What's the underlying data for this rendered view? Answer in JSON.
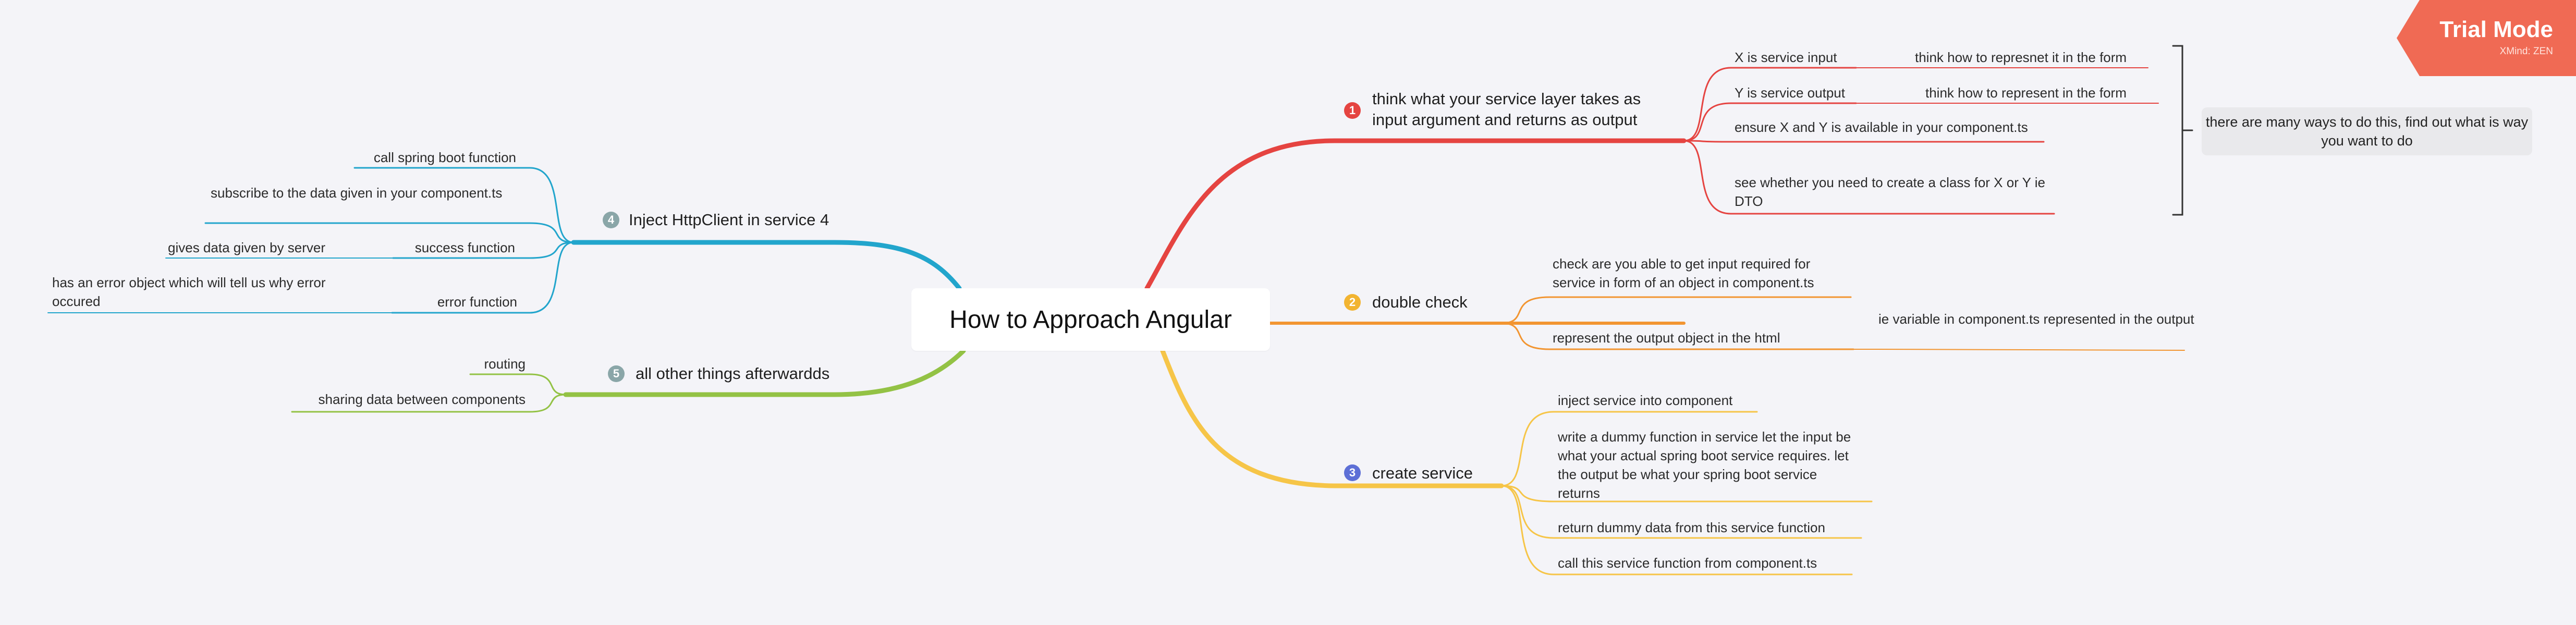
{
  "central_topic": "How to Approach Angular",
  "summary_note": "there are many ways to do this, find out what is way you want to do",
  "watermark": {
    "title": "Trial Mode",
    "subtitle": "XMind: ZEN"
  },
  "colors": {
    "branch1": "#e54441",
    "branch2": "#f29531",
    "branch3": "#f6c548",
    "branch4": "#22a5cc",
    "branch5": "#93c245",
    "badge3": "#5d6fd6",
    "badge4": "#8aa6a8",
    "badge5": "#8aa6a8",
    "background": "#f4f4f8"
  },
  "branches": [
    {
      "number": "1",
      "title": "think what your service layer takes as input argument and returns as output",
      "items": [
        {
          "text": "X is service input",
          "detail": "think how to represnet it in the form"
        },
        {
          "text": "Y is service output",
          "detail": "think how to represent in the form"
        },
        {
          "text": "ensure X and Y is available in your component.ts"
        },
        {
          "text": "see whether you need to create a class for X or Y ie DTO"
        }
      ]
    },
    {
      "number": "2",
      "title": "double check",
      "items": [
        {
          "text": "check are you able to get input required for service in form of an object in component.ts"
        },
        {
          "text": "represent the output object in the html",
          "detail": "ie variable in component.ts represented in the output"
        }
      ]
    },
    {
      "number": "3",
      "title": "create service",
      "items": [
        {
          "text": "inject service into component"
        },
        {
          "text": "write a dummy function in service let the input be what your actual spring boot service requires. let the output be what your spring boot service returns"
        },
        {
          "text": "return dummy data from this service function"
        },
        {
          "text": "call this service function from component.ts"
        }
      ]
    },
    {
      "number": "4",
      "title": "Inject HttpClient in service 4",
      "items": [
        {
          "text": "call spring boot function"
        },
        {
          "text": "subscribe to the data given in your component.ts"
        },
        {
          "text": "success function",
          "detail": "gives data given by server"
        },
        {
          "text": "error function",
          "detail": "has an error object which will tell us why error occured"
        }
      ]
    },
    {
      "number": "5",
      "title": "all other things afterwardds",
      "items": [
        {
          "text": "routing"
        },
        {
          "text": "sharing data between components"
        }
      ]
    }
  ]
}
